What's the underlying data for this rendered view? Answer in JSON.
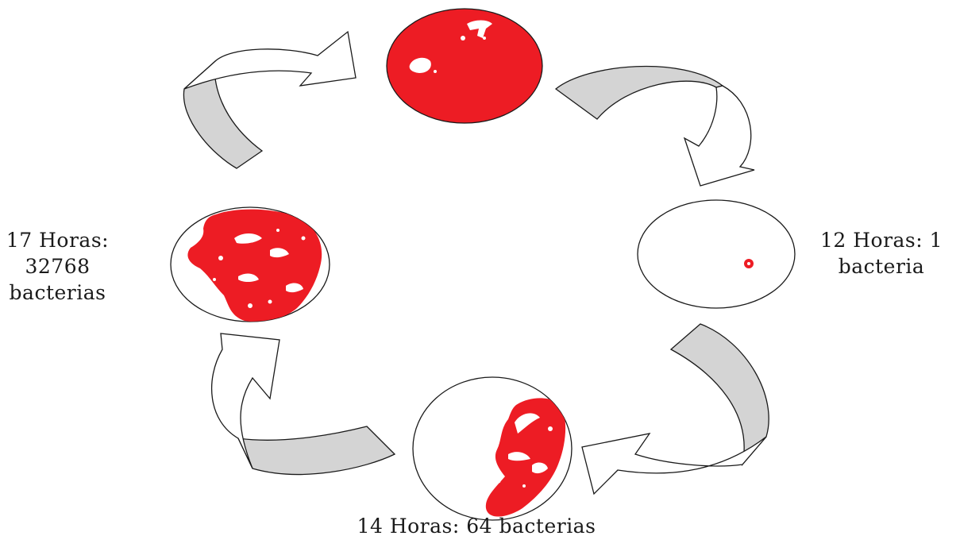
{
  "stages": [
    {
      "id": "dish-top",
      "fill": "full"
    },
    {
      "id": "dish-12h",
      "lines": [
        "12 Horas: 1",
        "bacteria"
      ],
      "fill": "single-dot"
    },
    {
      "id": "dish-14h",
      "lines": [
        "14 Horas: 64 bacterias"
      ],
      "fill": "partial"
    },
    {
      "id": "dish-17h",
      "lines": [
        "17 Horas:",
        "32768",
        "bacterias"
      ],
      "fill": "mostly-covered"
    }
  ],
  "colors": {
    "colony": "#ed1c24",
    "arrow_front": "#ffffff",
    "arrow_back": "#d4d4d4",
    "outline": "#1a1a1a"
  },
  "icons": [
    "petri-dish-icon",
    "curved-arrow-icon"
  ]
}
